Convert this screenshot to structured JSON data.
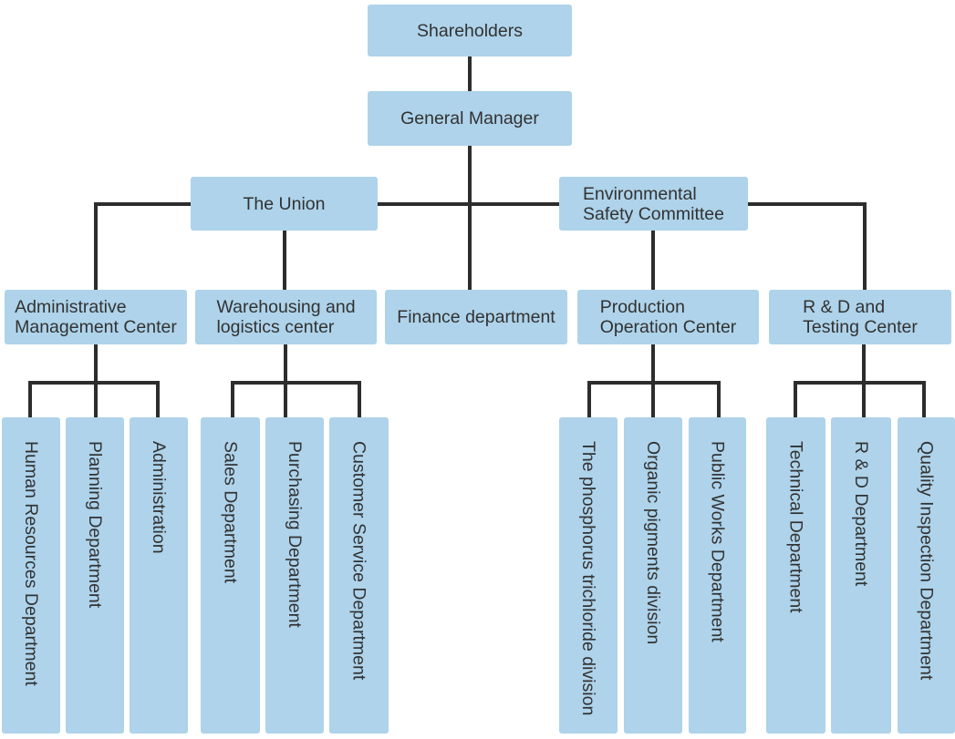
{
  "chart": {
    "colors": {
      "box_fill": "#aed3ea",
      "connector": "#2d2d2d",
      "text": "#323232"
    },
    "nodes": {
      "shareholders": "Shareholders",
      "general_manager": "General Manager",
      "the_union": "The Union",
      "environmental_safety_committee": "Environmental\nSafety Committee",
      "administrative_management_center": "Administrative\nManagement Center",
      "warehousing_logistics_center": "Warehousing and\nlogistics center",
      "finance_department": "Finance department",
      "production_operation_center": "Production\nOperation Center",
      "rd_and_testing_center": "R & D and\nTesting Center",
      "human_resources_department": "Human Resources Department",
      "planning_department": "Planning Department",
      "administration": "Administration",
      "sales_department": "Sales Department",
      "purchasing_department": "Purchasing Department",
      "customer_service_department": "Customer Service Department",
      "phosphorus_trichloride_division": "The phosphorus trichloride division",
      "organic_pigments_division": "Organic pigments division",
      "public_works_department": "Public Works Department",
      "technical_department": "Technical Department",
      "rd_department": "R & D Department",
      "quality_inspection_department": "Quality Inspection Department"
    },
    "edges": [
      [
        "Shareholders",
        "General Manager"
      ],
      [
        "General Manager",
        "The Union"
      ],
      [
        "General Manager",
        "Environmental Safety Committee"
      ],
      [
        "General Manager",
        "Finance department"
      ],
      [
        "The Union",
        "Administrative Management Center"
      ],
      [
        "The Union",
        "Warehousing and logistics center"
      ],
      [
        "Environmental Safety Committee",
        "Production Operation Center"
      ],
      [
        "Environmental Safety Committee",
        "R & D and Testing Center"
      ],
      [
        "Administrative Management Center",
        "Human Resources Department"
      ],
      [
        "Administrative Management Center",
        "Planning Department"
      ],
      [
        "Administrative Management Center",
        "Administration"
      ],
      [
        "Warehousing and logistics center",
        "Sales Department"
      ],
      [
        "Warehousing and logistics center",
        "Purchasing Department"
      ],
      [
        "Warehousing and logistics center",
        "Customer Service Department"
      ],
      [
        "Production Operation Center",
        "The phosphorus trichloride division"
      ],
      [
        "Production Operation Center",
        "Organic pigments division"
      ],
      [
        "Production Operation Center",
        "Public Works Department"
      ],
      [
        "R & D and Testing Center",
        "Technical Department"
      ],
      [
        "R & D and Testing Center",
        "R & D Department"
      ],
      [
        "R & D and Testing Center",
        "Quality Inspection Department"
      ]
    ]
  }
}
